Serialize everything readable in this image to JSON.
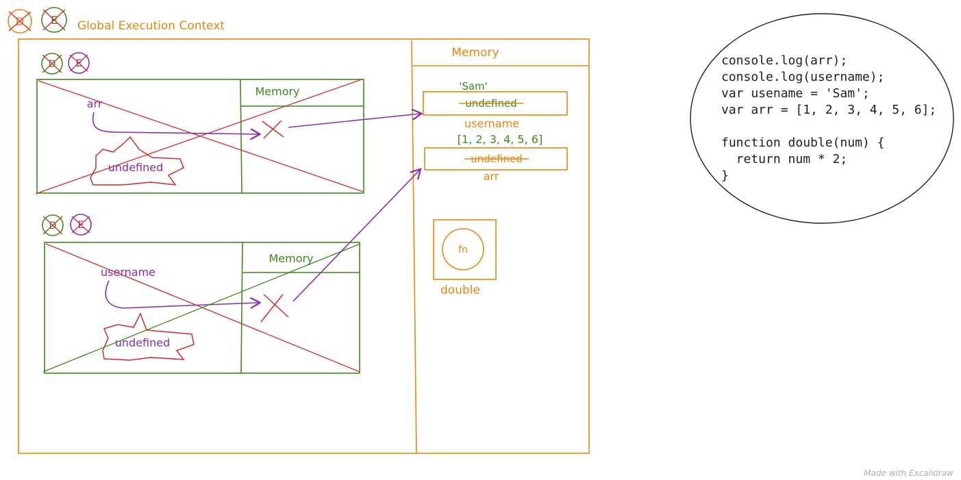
{
  "title": "Global Execution Context",
  "colors": {
    "orange": "#e8870f",
    "green": "#3d8a1a",
    "purple": "#8a2bb0",
    "red": "#d12b2b",
    "ink": "#1e1e1e"
  },
  "header_markers": {
    "d": "D",
    "e": "E"
  },
  "global_memory": {
    "label": "Memory",
    "slots": [
      {
        "name": "username",
        "old_value": "undefined",
        "new_value": "'Sam'"
      },
      {
        "name": "arr",
        "old_value": "undefined",
        "new_value": "[1, 2, 3, 4, 5, 6]"
      }
    ],
    "function_box": {
      "inner": "fn",
      "name": "double"
    }
  },
  "context_one": {
    "markers": {
      "d": "D",
      "e": "E"
    },
    "memory_label": "Memory",
    "variable": "arr",
    "value": "undefined"
  },
  "context_two": {
    "markers": {
      "d": "D",
      "e": "E"
    },
    "memory_label": "Memory",
    "variable": "username",
    "value": "undefined"
  },
  "code": {
    "lines": [
      "console.log(arr);",
      "console.log(username);",
      "var usename = 'Sam';",
      "var arr = [1, 2, 3, 4, 5, 6];",
      "",
      "function double(num) {",
      "  return num * 2;",
      "}"
    ]
  },
  "footer": "Made with Excalidraw"
}
